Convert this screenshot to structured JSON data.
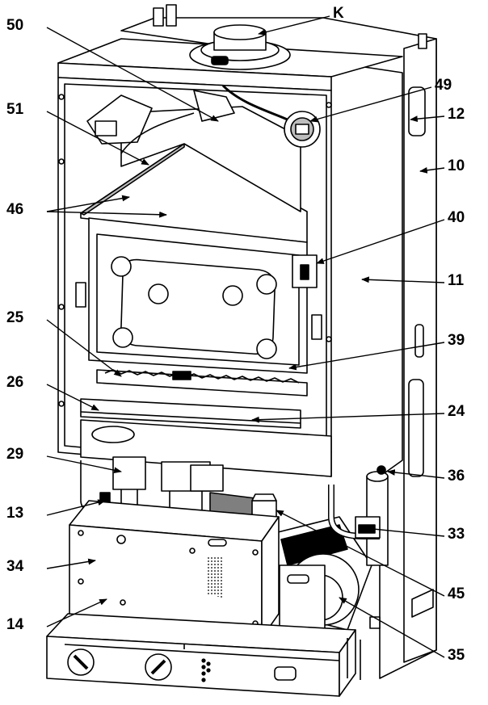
{
  "callouts": {
    "k": "K",
    "c50": "50",
    "c49": "49",
    "c51": "51",
    "c12": "12",
    "c10": "10",
    "c46": "46",
    "c40": "40",
    "c11": "11",
    "c25": "25",
    "c39": "39",
    "c26": "26",
    "c24": "24",
    "c29": "29",
    "c36": "36",
    "c13": "13",
    "c33": "33",
    "c34": "34",
    "c45": "45",
    "c14": "14",
    "c35": "35"
  },
  "colors": {
    "line": "#000000",
    "fill": "#ffffff",
    "shade": "#7f7f7f",
    "light_shade": "#bdbdbd"
  }
}
